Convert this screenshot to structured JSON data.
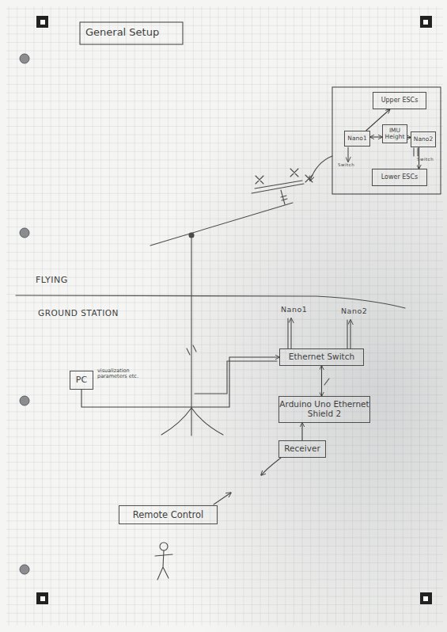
{
  "diagram": {
    "title": "General Setup",
    "nodes": [
      {
        "text": [
          "Upper ESCs"
        ]
      },
      {
        "text": [
          "Nano1"
        ]
      },
      {
        "text": [
          "IMU Height"
        ]
      },
      {
        "text": [
          "Nano2"
        ]
      },
      {
        "text": [
          "Lower ESCs"
        ]
      },
      {
        "text": [
          "Ethernet Switch"
        ]
      },
      {
        "text": [
          "PC",
          "visualization parameters etc."
        ]
      },
      {
        "text": [
          "Arduino Uno Ethernet Shield 2"
        ]
      },
      {
        "text": [
          "Receiver"
        ]
      },
      {
        "text": [
          "Remote Control"
        ]
      }
    ],
    "edges": [
      {
        "from": 1,
        "to": 0,
        "arrow": "to"
      },
      {
        "from": 1,
        "to": 2,
        "arrow": "both"
      },
      {
        "from": 2,
        "to": 3,
        "arrow": "to"
      },
      {
        "from": 3,
        "to": 4,
        "arrow": "to"
      },
      {
        "from": 6,
        "to": 5,
        "arrow": "to"
      },
      {
        "from": 5,
        "to": 7,
        "arrow": "both"
      },
      {
        "from": 8,
        "to": 7,
        "arrow": "to"
      }
    ],
    "labels": [
      "FLYING",
      "GROUND STATION",
      "Nano1",
      "Nano2",
      "Switch",
      "Switch"
    ]
  }
}
